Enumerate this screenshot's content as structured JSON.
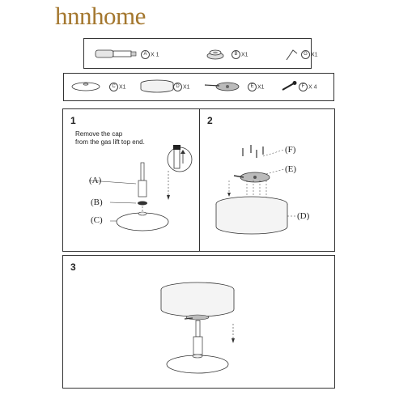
{
  "brand": {
    "name": "hnnhome"
  },
  "parts_row1": [
    {
      "letter": "A",
      "qty": "X 1"
    },
    {
      "letter": "B",
      "qty": "X1"
    },
    {
      "letter": "G",
      "qty": "X1"
    }
  ],
  "parts_row2": [
    {
      "letter": "C",
      "qty": "X1"
    },
    {
      "letter": "D",
      "qty": "X1"
    },
    {
      "letter": "E",
      "qty": "X1"
    },
    {
      "letter": "F",
      "qty": "X 4"
    }
  ],
  "step1": {
    "number": "1",
    "note_line1": "Remove the cap",
    "note_line2": "from the gas lift top end.",
    "callout_a": "(A)",
    "callout_b": "(B)",
    "callout_c": "(C)"
  },
  "step2": {
    "number": "2",
    "callout_f": "(F)",
    "callout_e": "(E)",
    "callout_d": "(D)"
  },
  "step3": {
    "number": "3"
  },
  "colors": {
    "brand": "#a4772e",
    "line": "#333333"
  }
}
